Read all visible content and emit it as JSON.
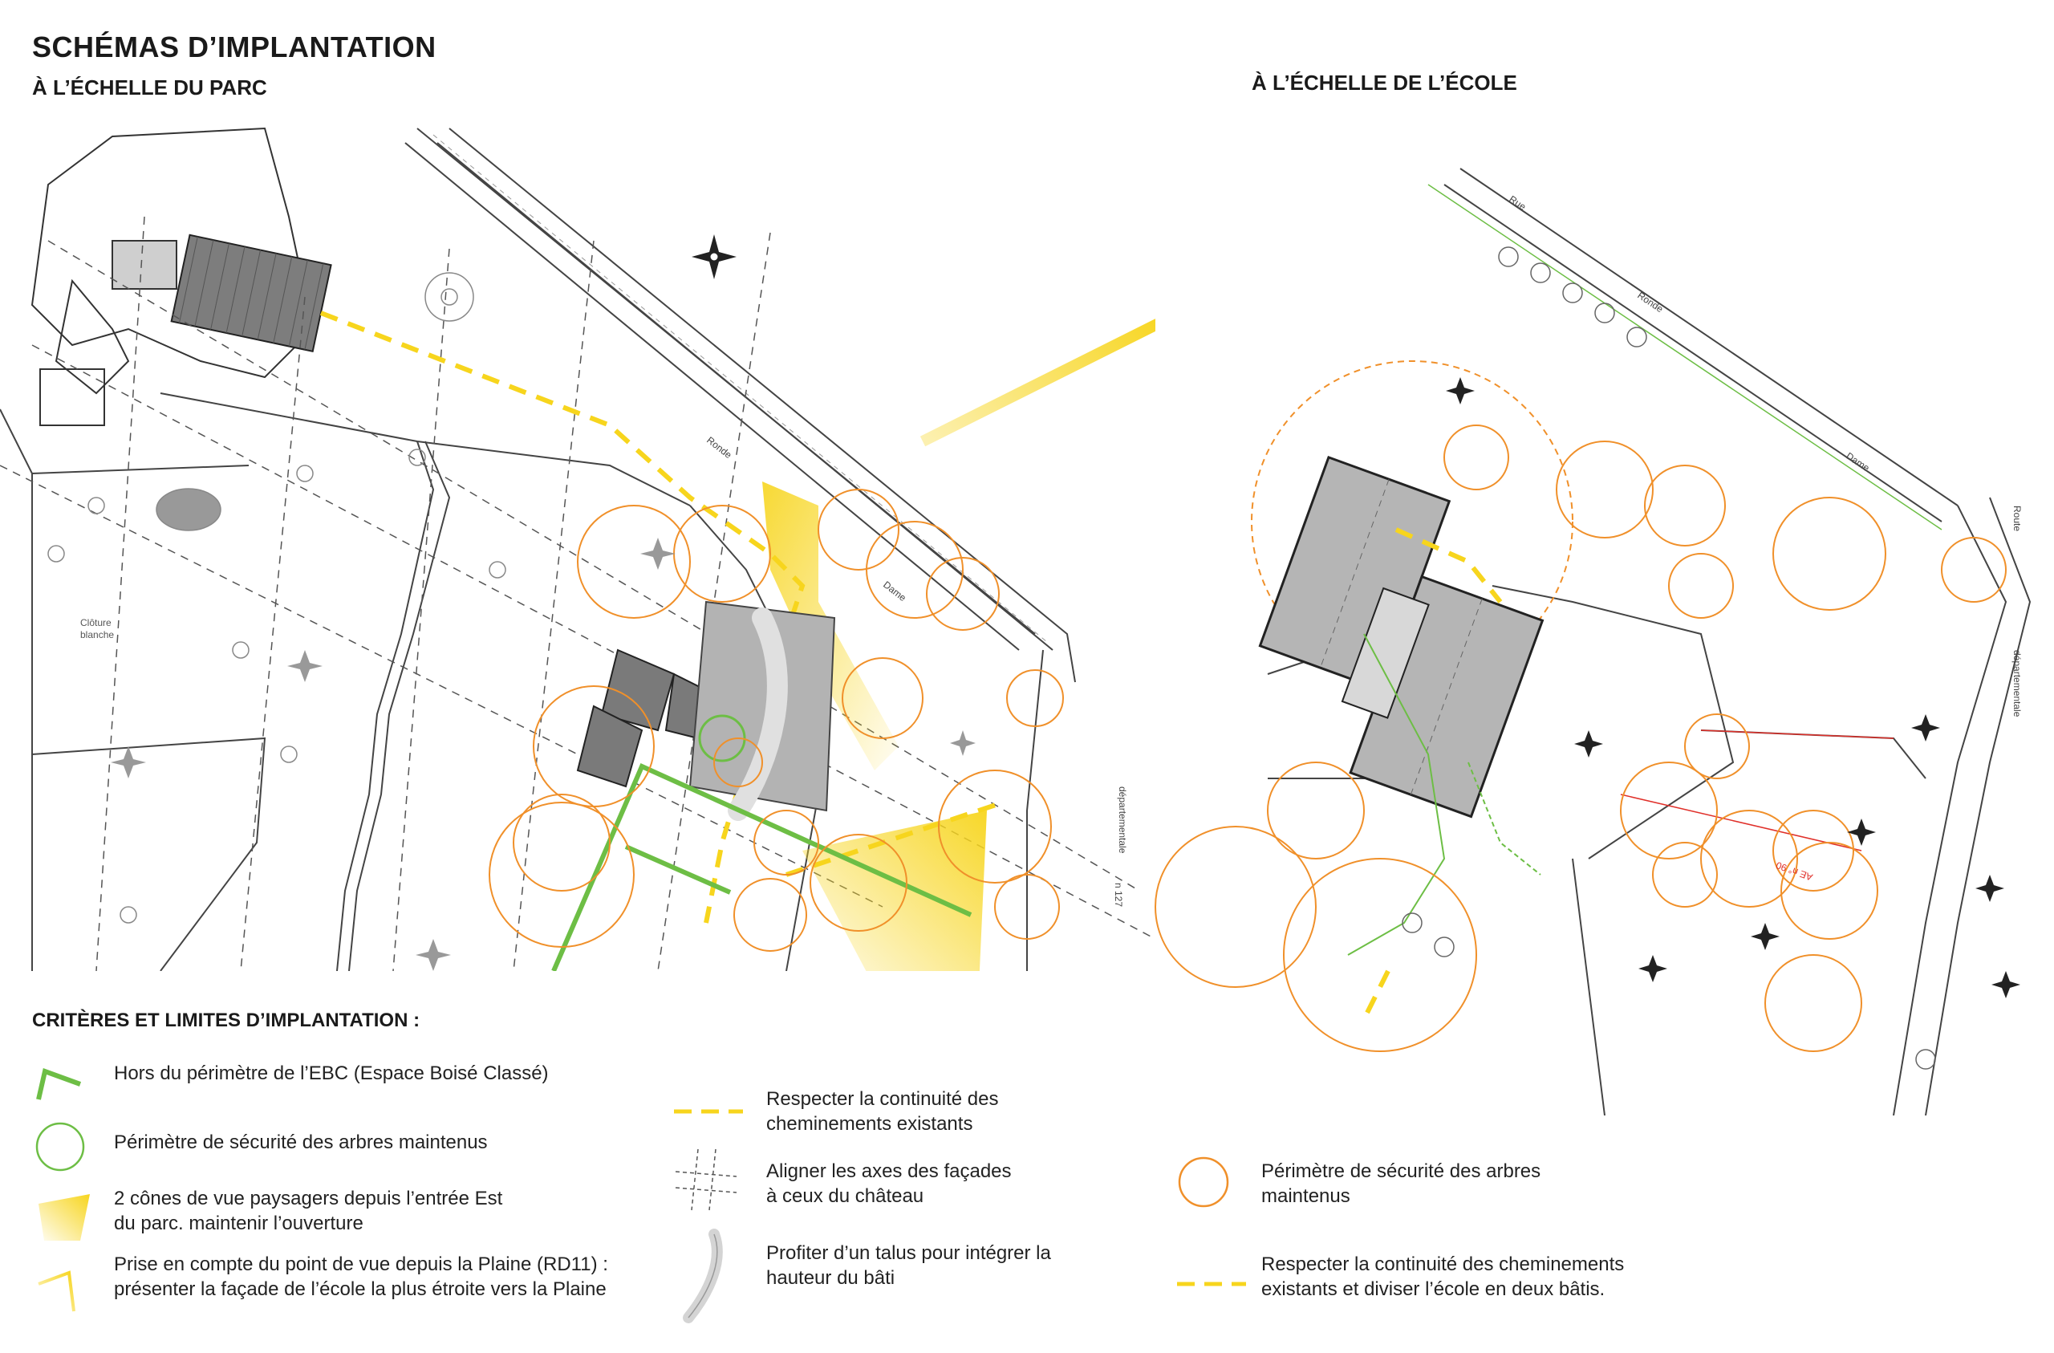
{
  "header": {
    "title": "SCHÉMAS D’IMPLANTATION",
    "subtitle_parc": "À L’ÉCHELLE DU PARC",
    "subtitle_ecole": "À L’ÉCHELLE DE L’ÉCOLE"
  },
  "colors": {
    "orange": "#F0902A",
    "green": "#6DBE45",
    "yellow": "#F7D51D",
    "grey_building": "#B9B9B9",
    "dark": "#3a3a3a",
    "blue_marks": "#5AB4E0"
  },
  "legend": {
    "title": "CRITÈRES ET LIMITES D’IMPLANTATION :",
    "items": [
      {
        "icon": "green-angle-icon",
        "text": "Hors du périmètre de l’EBC (Espace Boisé Classé)"
      },
      {
        "icon": "green-circle-icon",
        "line1": "Périmètre de sécurité des arbres maintenus"
      },
      {
        "icon": "yellow-cone-icon",
        "line1": "2 cônes de vue paysagers depuis l’entrée Est",
        "line2": "du parc. maintenir l’ouverture"
      },
      {
        "icon": "yellow-angle-icon",
        "line1": "Prise en compte du point de vue depuis la Plaine (RD11) :",
        "line2": "présenter la façade de l’école  la plus étroite vers la Plaine"
      },
      {
        "icon": "yellow-dash-icon",
        "line1": "Respecter la continuité des",
        "line2": "cheminements existants"
      },
      {
        "icon": "axis-grid-icon",
        "line1": "Aligner les axes des façades",
        "line2": "à ceux du château"
      },
      {
        "icon": "talus-icon",
        "line1": "Profiter d’un talus pour intégrer la",
        "line2": "hauteur du bâti"
      },
      {
        "icon": "orange-circle-icon",
        "line1": "Périmètre de sécurité des arbres",
        "line2": "maintenus"
      },
      {
        "icon": "yellow-dash-icon",
        "line1": "Respecter la continuité des cheminements",
        "line2": "existants et diviser l’école en deux bâtis."
      }
    ]
  },
  "map_labels": {
    "cloture": "Clôture",
    "blanche": "blanche",
    "rue": "Rue",
    "ronde": "Ronde",
    "dame": "Dame",
    "route": "Route",
    "departementale": "départementale",
    "num_127": "n 127",
    "ae90": "AE n° 90"
  }
}
